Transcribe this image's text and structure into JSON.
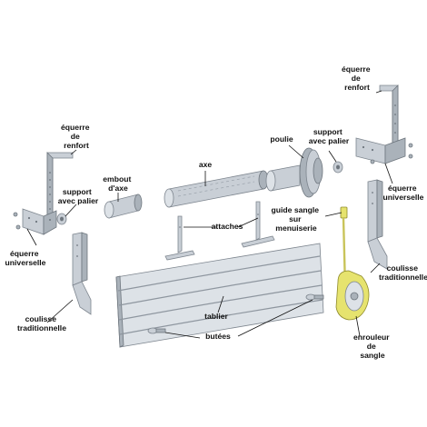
{
  "labels": {
    "equerre_renfort_left": [
      "équerre",
      "de",
      "renfort"
    ],
    "equerre_renfort_right": [
      "équerre",
      "de",
      "renfort"
    ],
    "support_palier_left": [
      "support",
      "avec palier"
    ],
    "support_palier_right": [
      "support",
      "avec palier"
    ],
    "embout_axe": [
      "embout",
      "d'axe"
    ],
    "axe": "axe",
    "poulie": "poulie",
    "attaches": "attaches",
    "guide_sangle": [
      "guide sangle",
      "sur",
      "menuiserie"
    ],
    "equerre_universelle_left": [
      "équerre",
      "universelle"
    ],
    "equerre_universelle_right": [
      "équerre",
      "universelle"
    ],
    "coulisse_left": [
      "coulisse",
      "traditionnelle"
    ],
    "coulisse_right": [
      "coulisse",
      "traditionnelle"
    ],
    "tablier": "tablier",
    "butees": "butées",
    "enrouleur": [
      "enrouleur",
      "de",
      "sangle"
    ]
  },
  "colors": {
    "metal": "#c9cfd6",
    "yellow_parts": "#e6e36e",
    "text": "#111111"
  }
}
